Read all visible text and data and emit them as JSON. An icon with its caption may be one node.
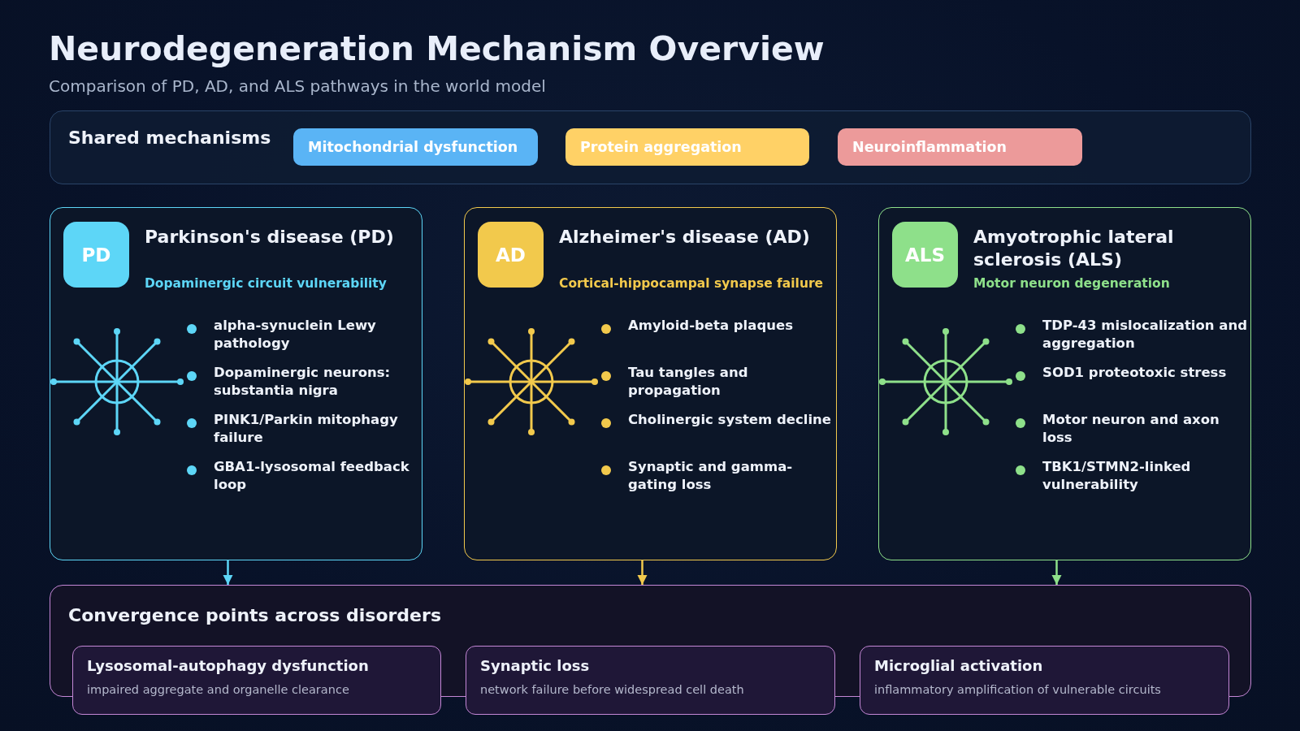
{
  "diagram": {
    "title": "Neurodegeneration Mechanism Overview",
    "caption": "Comparison of PD, AD, and ALS pathways in the world model",
    "nodes": [
      {
        "text": [
          "Shared mechanisms"
        ]
      },
      {
        "text": [
          "Mitochondrial dysfunction"
        ],
        "in": 0
      },
      {
        "text": [
          "Protein aggregation"
        ],
        "in": 0
      },
      {
        "text": [
          "Neuroinflammation"
        ],
        "in": 0
      },
      {
        "text": [
          "Parkinson's disease (PD)",
          "Dopaminergic circuit vulnerability",
          "alpha-synuclein Lewy pathology",
          "Dopaminergic neurons: substantia nigra",
          "PINK1/Parkin mitophagy failure",
          "GBA1-lysosomal feedback loop"
        ]
      },
      {
        "text": [
          "PD"
        ],
        "in": 4
      },
      {
        "text": [
          "Alzheimer's disease (AD)",
          "Cortical-hippocampal synapse failure",
          "Amyloid-beta plaques",
          "Tau tangles and propagation",
          "Cholinergic system decline",
          "Synaptic and gamma-gating loss"
        ]
      },
      {
        "text": [
          "AD"
        ],
        "in": 6
      },
      {
        "text": [
          "Amyotrophic lateral sclerosis (ALS)",
          "Motor neuron degeneration",
          "TDP-43 mislocalization and aggregation",
          "SOD1 proteotoxic stress",
          "Motor neuron and axon loss",
          "TBK1/STMN2-linked vulnerability"
        ]
      },
      {
        "text": [
          "ALS"
        ],
        "in": 8
      },
      {
        "text": [
          "Convergence points across disorders"
        ]
      },
      {
        "text": [
          "Lysosomal-autophagy dysfunction",
          "impaired aggregate and organelle clearance"
        ]
      },
      {
        "text": [
          "Synaptic loss",
          "network failure before widespread cell death"
        ]
      },
      {
        "text": [
          "Microglial activation",
          "inflammatory amplification of vulnerable circuits"
        ]
      }
    ],
    "edges": [
      {
        "from": 4,
        "to": 10,
        "arrow": "to",
        "color": "#5dd6f7"
      },
      {
        "from": 6,
        "to": 10,
        "arrow": "to",
        "color": "#f2c94c"
      },
      {
        "from": 8,
        "to": 10,
        "arrow": "to",
        "color": "#8ee08a"
      }
    ]
  }
}
